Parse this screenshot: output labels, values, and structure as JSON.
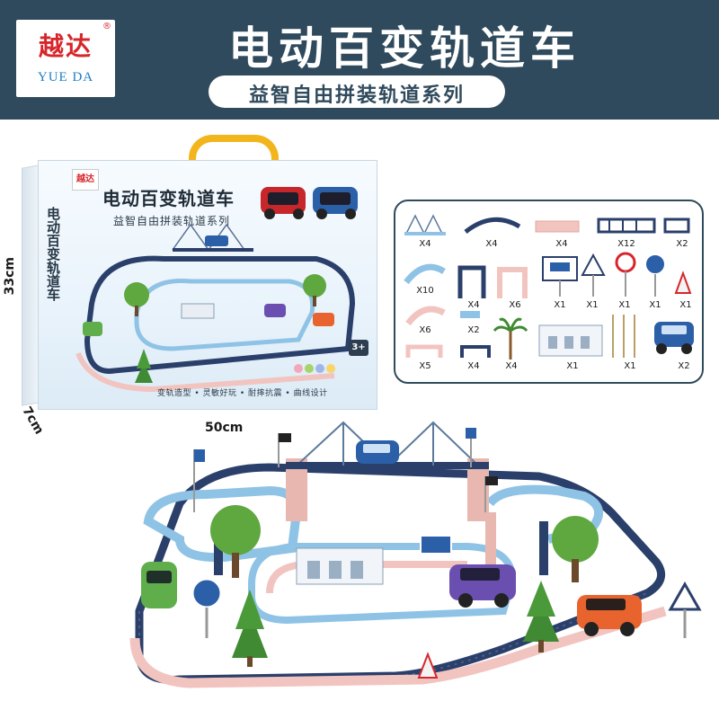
{
  "header": {
    "logo_cn": "越达",
    "logo_en": "YUE DA",
    "logo_reg": "®",
    "title": "电动百变轨道车",
    "subtitle": "益智自由拼装轨道系列"
  },
  "box": {
    "logo": "越达",
    "title": "电动百变轨道车",
    "subtitle": "益智自由拼装轨道系列",
    "side_text": "电动百变轨道车",
    "footer": "变轨造型 • 灵敏好玩 • 耐摔抗震 • 曲线设计",
    "age": "3+"
  },
  "dimensions": {
    "height": "33cm",
    "depth": "7cm",
    "width": "50cm"
  },
  "parts": [
    {
      "name": "suspension-bridge",
      "qty": "X4"
    },
    {
      "name": "curved-rail",
      "qty": "X4"
    },
    {
      "name": "pink-straight-rail",
      "qty": "X4"
    },
    {
      "name": "blue-straight-rail",
      "qty": "X12"
    },
    {
      "name": "short-rail",
      "qty": "X2"
    },
    {
      "name": "curved-ramp",
      "qty": "X10"
    },
    {
      "name": "blue-pillar",
      "qty": "X4"
    },
    {
      "name": "pink-pillar",
      "qty": "X6"
    },
    {
      "name": "billboard-sign",
      "qty": "X1"
    },
    {
      "name": "triangle-sign",
      "qty": "X1"
    },
    {
      "name": "round-sign",
      "qty": "X1"
    },
    {
      "name": "race-sign",
      "qty": "X1"
    },
    {
      "name": "traffic-cone",
      "qty": "X1"
    },
    {
      "name": "pink-curve",
      "qty": "X6"
    },
    {
      "name": "connector",
      "qty": "X2"
    },
    {
      "name": "pink-arch",
      "qty": "X5"
    },
    {
      "name": "blue-arch",
      "qty": "X4"
    },
    {
      "name": "palm-tree",
      "qty": "X4"
    },
    {
      "name": "gas-station",
      "qty": "X1"
    },
    {
      "name": "flag-poles",
      "qty": "X1"
    },
    {
      "name": "toy-car",
      "qty": "X2"
    }
  ],
  "colors": {
    "header_bg": "#2f4a5c",
    "logo_red": "#d7262b",
    "logo_blue": "#1c7ec2",
    "rail_navy": "#2b3f6b",
    "rail_blue": "#8fc3e6",
    "rail_pink": "#f2c4c0",
    "handle_yellow": "#f2b51c"
  }
}
